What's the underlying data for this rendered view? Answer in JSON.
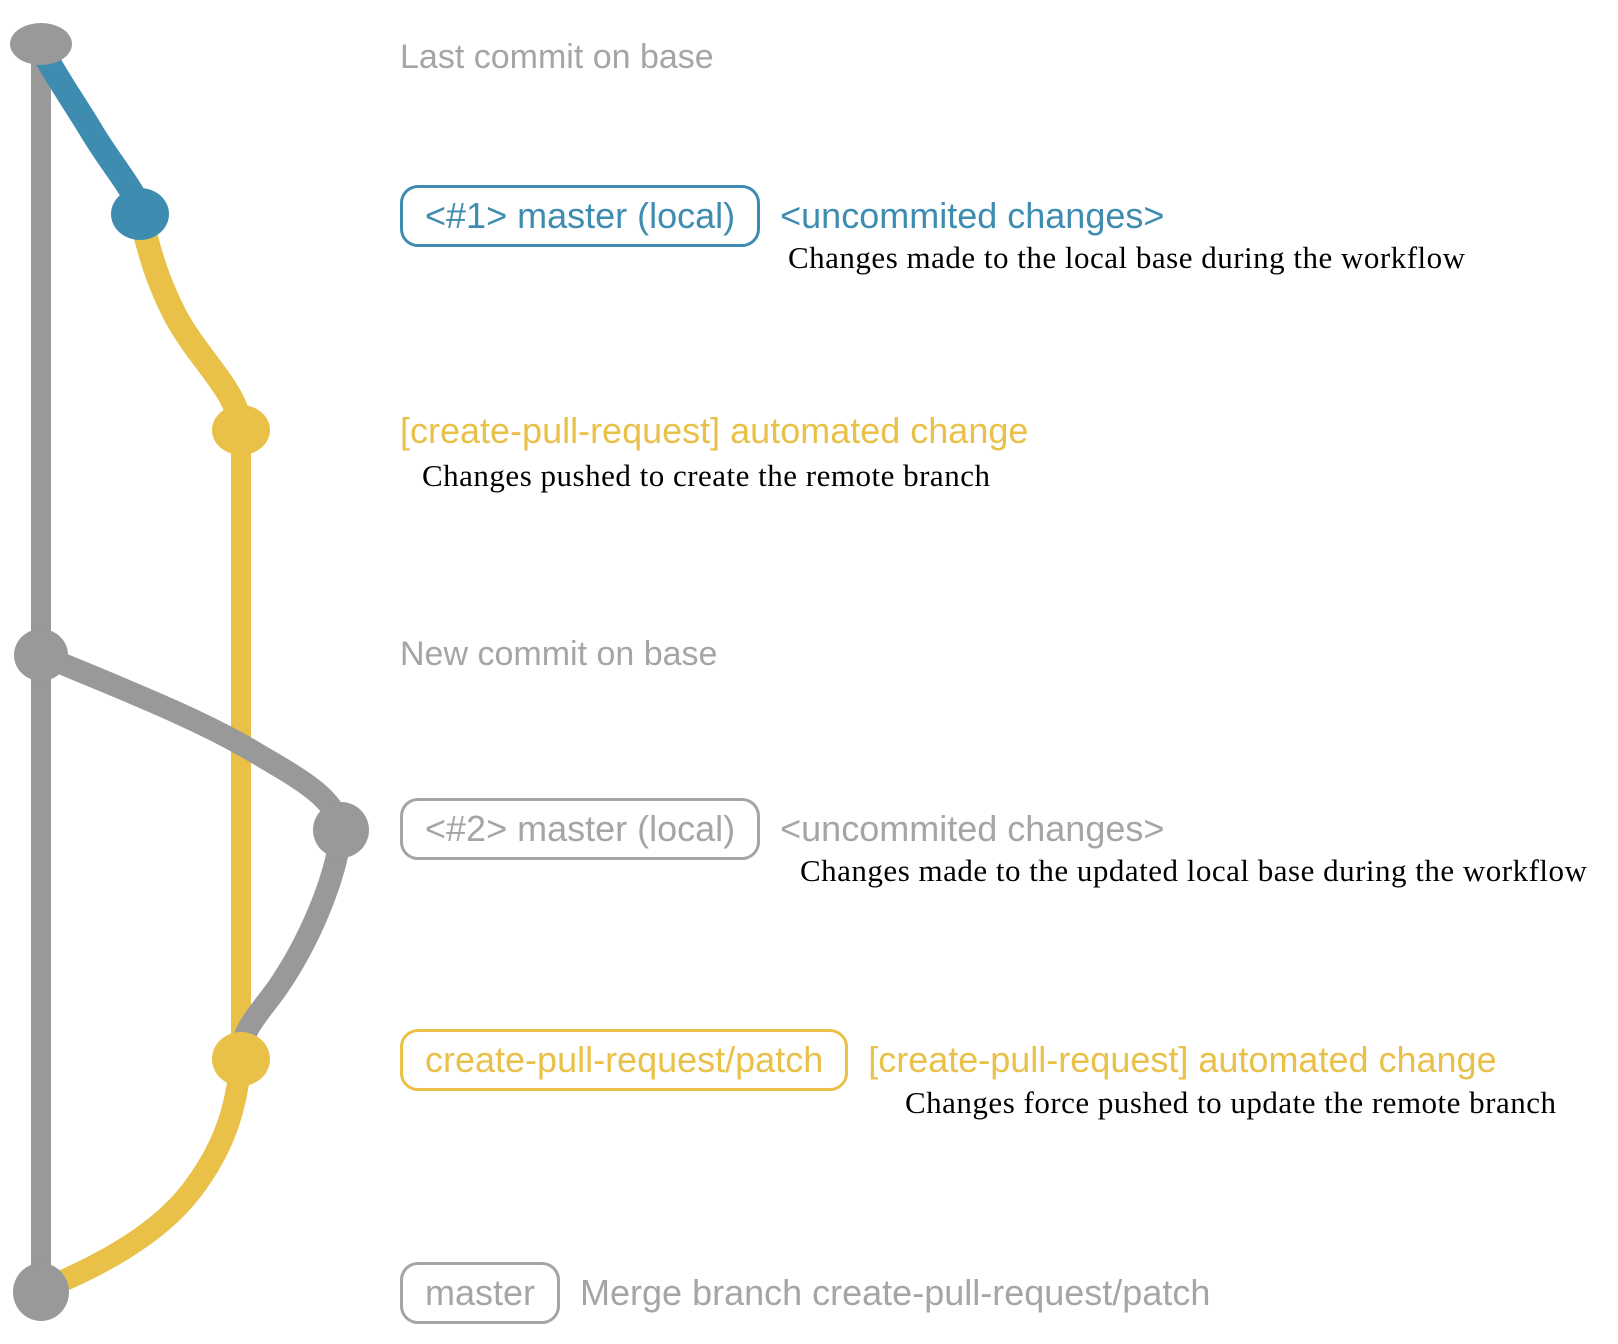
{
  "colors": {
    "blue": "#3e8cb0",
    "yellow": "#e9c149",
    "gray_line": "#999999",
    "gray_text": "#a5a5a5",
    "caption_text": "#000000",
    "background": "#ffffff"
  },
  "graph": {
    "nodes": [
      {
        "id": "last-commit-on-base",
        "color": "gray"
      },
      {
        "id": "local-commit-1",
        "color": "blue"
      },
      {
        "id": "patch-commit-1",
        "color": "yellow"
      },
      {
        "id": "new-commit-on-base",
        "color": "gray"
      },
      {
        "id": "local-commit-2",
        "color": "gray"
      },
      {
        "id": "patch-commit-2",
        "color": "yellow"
      },
      {
        "id": "merge-commit",
        "color": "gray"
      }
    ]
  },
  "rows": [
    {
      "kind": "note",
      "text": "Last commit on base"
    },
    {
      "kind": "labeled",
      "pill": "<#1> master (local)",
      "annotation": "<uncommited changes>",
      "caption": "Changes made to the local base during the workflow",
      "color": "blue"
    },
    {
      "kind": "title",
      "title": "[create-pull-request] automated change",
      "caption": "Changes pushed to create the remote branch",
      "color": "yellow"
    },
    {
      "kind": "note",
      "text": "New commit on base"
    },
    {
      "kind": "labeled",
      "pill": "<#2> master (local)",
      "annotation": "<uncommited changes>",
      "caption": "Changes made to the updated local base during the workflow",
      "color": "gray"
    },
    {
      "kind": "labeled",
      "pill": "create-pull-request/patch",
      "annotation": "[create-pull-request] automated change",
      "caption": "Changes force pushed to update the remote branch",
      "color": "yellow"
    },
    {
      "kind": "labeled",
      "pill": "master",
      "annotation": "Merge branch create-pull-request/patch",
      "color": "gray"
    }
  ]
}
